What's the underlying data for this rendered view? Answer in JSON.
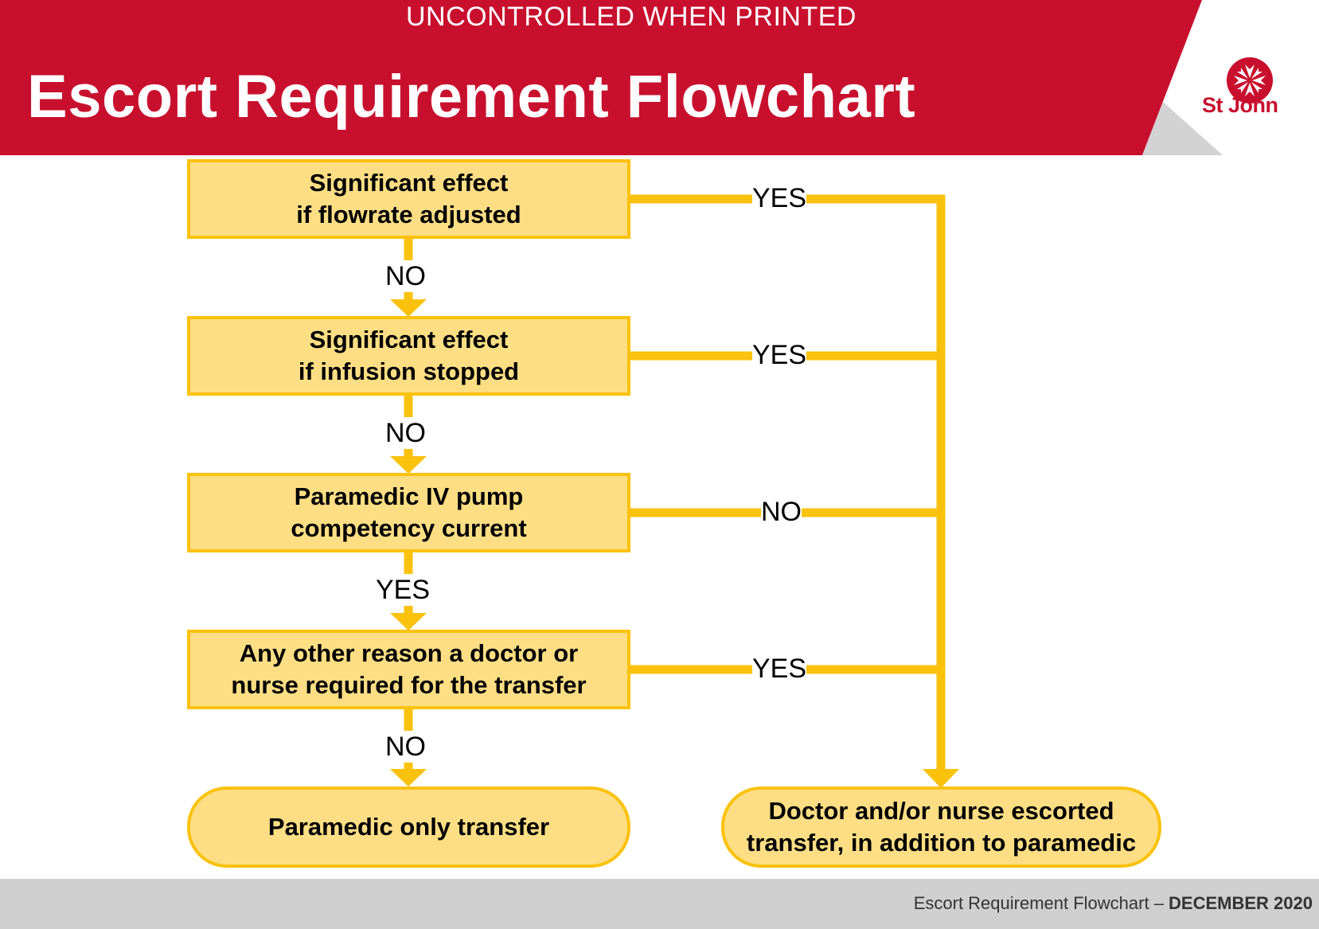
{
  "header": {
    "notice": "UNCONTROLLED WHEN PRINTED",
    "title": "Escort Requirement Flowchart",
    "logo_text": "St John",
    "colors": {
      "banner": "#c8102e",
      "accent_gray": "#d0d0d0"
    }
  },
  "flow": {
    "decisions": [
      {
        "line1": "Significant effect",
        "line2": "if flowrate adjusted",
        "down_label": "NO",
        "right_label": "YES"
      },
      {
        "line1": "Significant effect",
        "line2": "if infusion stopped",
        "down_label": "NO",
        "right_label": "YES"
      },
      {
        "line1": "Paramedic IV pump",
        "line2": "competency current",
        "down_label": "YES",
        "right_label": "NO"
      },
      {
        "line1": "Any other reason a doctor or",
        "line2": "nurse required for the transfer",
        "down_label": "NO",
        "right_label": "YES"
      }
    ],
    "outcomes": {
      "left": {
        "line1": "Paramedic only transfer"
      },
      "right": {
        "line1": "Doctor and/or nurse escorted",
        "line2": "transfer, in addition to paramedic"
      }
    },
    "colors": {
      "box_fill": "#fede84",
      "line": "#fbc20d"
    }
  },
  "footer": {
    "text": "Escort Requirement Flowchart – ",
    "date": "DECEMBER 2020"
  }
}
